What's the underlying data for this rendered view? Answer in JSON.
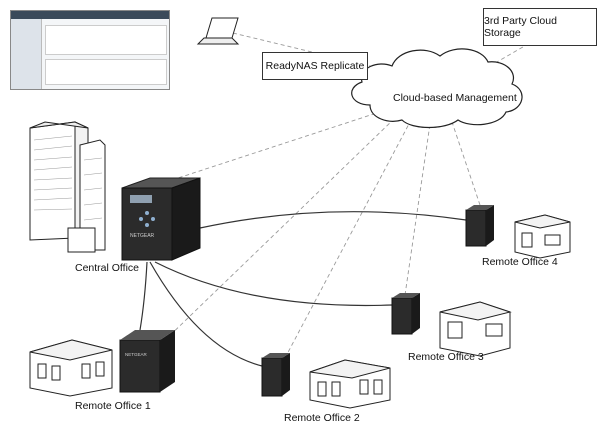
{
  "labels": {
    "replicate": "ReadyNAS Replicate",
    "cloud_storage": "3rd Party Cloud Storage",
    "cloud_mgmt": "Cloud-based Management",
    "central": "Central Office",
    "office1": "Remote Office 1",
    "office2": "Remote Office 2",
    "office3": "Remote Office 3",
    "office4": "Remote Office 4"
  },
  "nas_brand": "NETGEAR",
  "colors": {
    "line": "#333333",
    "dashed": "#9a9a9a",
    "device": "#2b2b2b",
    "building": "#ffffff"
  }
}
